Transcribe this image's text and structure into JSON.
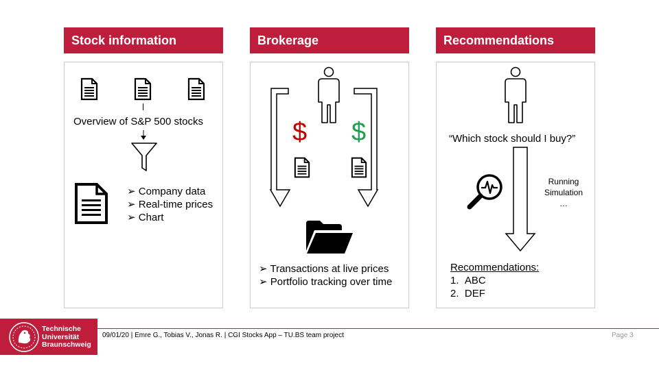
{
  "columns": {
    "stock": {
      "title": "Stock information",
      "overview": "Overview  of S&P 500 stocks",
      "bullets": [
        "Company data",
        "Real-time prices",
        "Chart"
      ]
    },
    "brokerage": {
      "title": "Brokerage",
      "bullets": [
        "Transactions at live prices",
        "Portfolio tracking over time"
      ],
      "red_dollar": "$",
      "green_dollar": "$"
    },
    "recommendations": {
      "title": "Recommendations",
      "question": "“Which stock should I buy?”",
      "sim_line1": "Running",
      "sim_line2": "Simulation",
      "sim_line3": "…",
      "list_title": "Recommendations:",
      "items": [
        "ABC",
        "DEF"
      ]
    }
  },
  "footer": {
    "text": "09/01/20 | Emre G., Tobias V., Jonas R. | CGI Stocks App – TU.BS  team project",
    "page": "Page 3"
  },
  "logo": {
    "line1": "Technische",
    "line2": "Universität",
    "line3": "Braunschweig"
  },
  "colors": {
    "accent": "#be1e3c",
    "dollar_red": "#c00000",
    "dollar_green": "#1ea050",
    "panel_border": "#cccccc"
  },
  "icons": [
    "document-icon",
    "funnel-icon",
    "person-icon",
    "folder-icon",
    "magnifier-chart-icon",
    "arrow-down-icon"
  ]
}
